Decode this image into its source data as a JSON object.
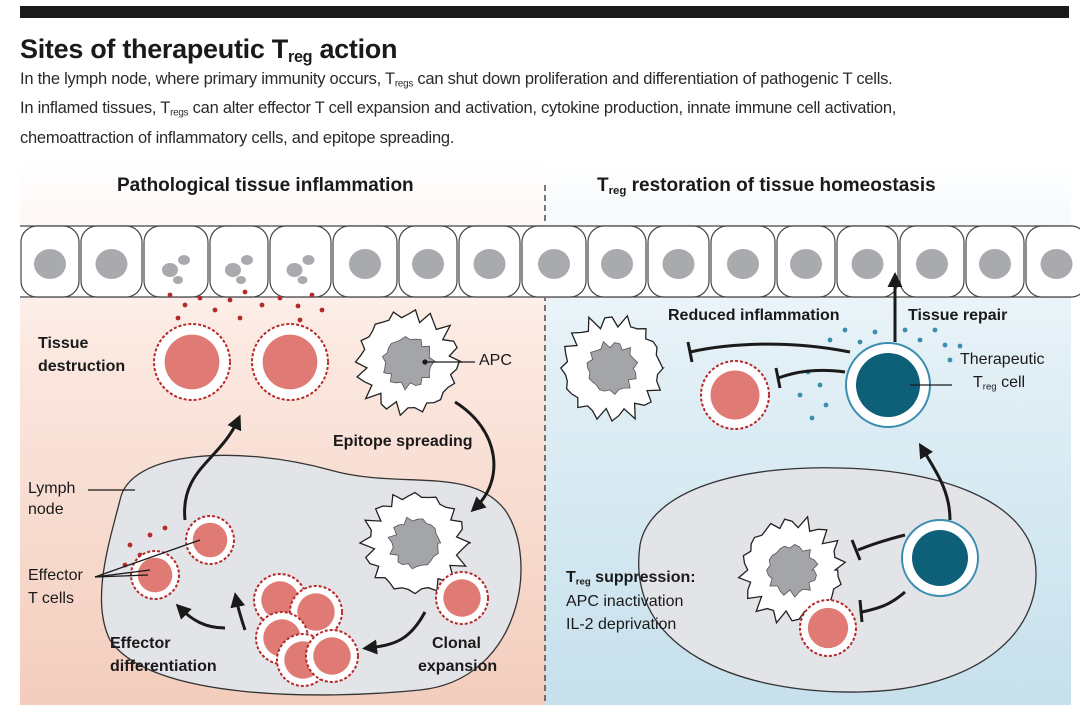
{
  "figure": {
    "title_prefix": "Sites of therapeutic T",
    "title_sub": "reg",
    "title_suffix": " action",
    "intro_line1_a": "In the lymph node, where primary immunity occurs, T",
    "intro_line1_sub": "regs",
    "intro_line1_b": " can shut down proliferation and differentiation of pathogenic T cells.",
    "intro_line2_a": "In inflamed tissues, T",
    "intro_line2_sub": "regs",
    "intro_line2_b": " can alter effector T cell expansion and activation, cytokine production, innate immune cell activation,",
    "intro_line3": "chemoattraction of inflammatory cells, and epitope spreading."
  },
  "left_panel": {
    "header": "Pathological tissue inflammation",
    "tissue_destruction_1": "Tissue",
    "tissue_destruction_2": "destruction",
    "apc": "APC",
    "epitope_spreading": "Epitope spreading",
    "lymph_node_1": "Lymph",
    "lymph_node_2": "node",
    "effector_t_cells_1": "Effector",
    "effector_t_cells_2": "T cells",
    "effector_diff_1": "Effector",
    "effector_diff_2": "differentiation",
    "clonal_expansion_1": "Clonal",
    "clonal_expansion_2": "expansion"
  },
  "right_panel": {
    "header_prefix": "T",
    "header_sub": "reg",
    "header_suffix": " restoration of tissue homeostasis",
    "reduced_inflammation": "Reduced inflammation",
    "tissue_repair": "Tissue repair",
    "therapeutic_1": "Therapeutic",
    "therapeutic_2_prefix": "T",
    "therapeutic_2_sub": "reg",
    "therapeutic_2_suffix": " cell",
    "suppression_prefix": "T",
    "suppression_sub": "reg",
    "suppression_suffix": " suppression:",
    "apc_inactivation": "APC inactivation",
    "il2_deprivation": "IL-2 deprivation"
  },
  "colors": {
    "effector_cell": "#e07a74",
    "effector_border": "#b52a2a",
    "treg_cell": "#0e5f78",
    "treg_border": "#3b8db0",
    "left_bg": "#f6d3c5",
    "right_bg": "#cfe5ef",
    "lymph_node": "#e3e4e8"
  }
}
